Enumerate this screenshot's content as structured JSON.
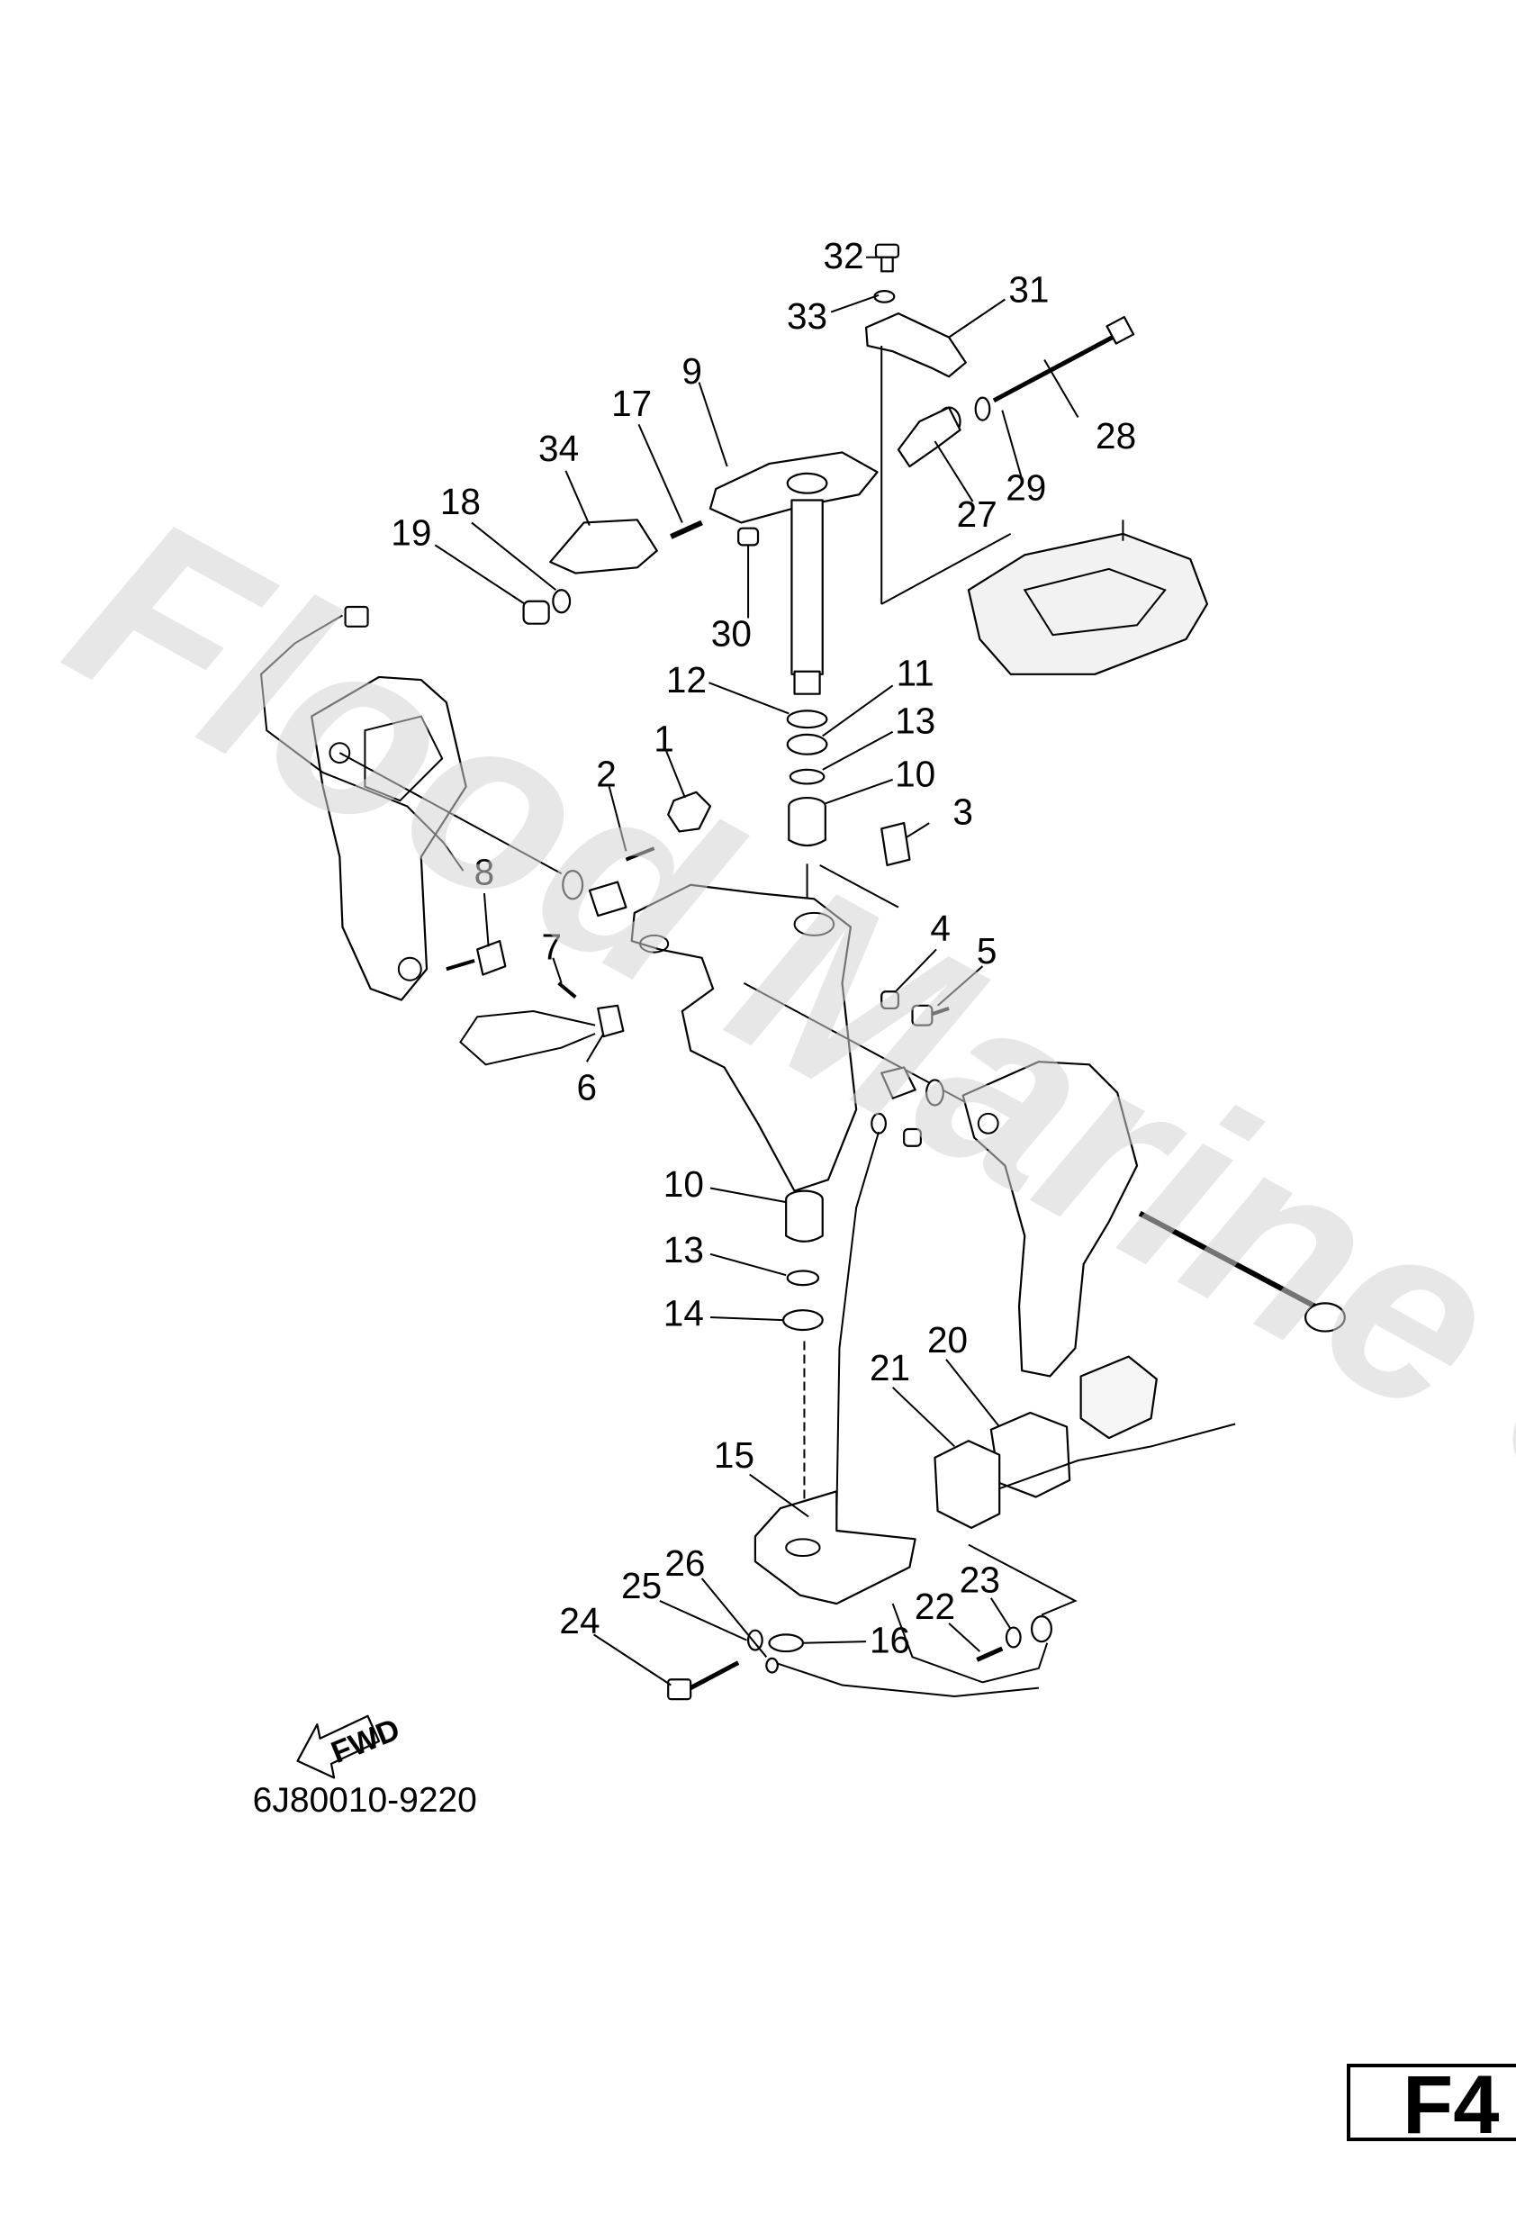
{
  "watermark": "Flood Marine Services",
  "drawing_code": "6J80010-9220",
  "fwd_label": "FWD",
  "page_tag": "F4",
  "callouts": [
    {
      "id": "c1",
      "label": "1"
    },
    {
      "id": "c2",
      "label": "2"
    },
    {
      "id": "c3",
      "label": "3"
    },
    {
      "id": "c4",
      "label": "4"
    },
    {
      "id": "c5",
      "label": "5"
    },
    {
      "id": "c6",
      "label": "6"
    },
    {
      "id": "c7",
      "label": "7"
    },
    {
      "id": "c8",
      "label": "8"
    },
    {
      "id": "c9",
      "label": "9"
    },
    {
      "id": "c10a",
      "label": "10"
    },
    {
      "id": "c10b",
      "label": "10"
    },
    {
      "id": "c11",
      "label": "11"
    },
    {
      "id": "c12",
      "label": "12"
    },
    {
      "id": "c13a",
      "label": "13"
    },
    {
      "id": "c13b",
      "label": "13"
    },
    {
      "id": "c14",
      "label": "14"
    },
    {
      "id": "c15",
      "label": "15"
    },
    {
      "id": "c16",
      "label": "16"
    },
    {
      "id": "c17",
      "label": "17"
    },
    {
      "id": "c18",
      "label": "18"
    },
    {
      "id": "c19",
      "label": "19"
    },
    {
      "id": "c20",
      "label": "20"
    },
    {
      "id": "c21",
      "label": "21"
    },
    {
      "id": "c22",
      "label": "22"
    },
    {
      "id": "c23",
      "label": "23"
    },
    {
      "id": "c24",
      "label": "24"
    },
    {
      "id": "c25",
      "label": "25"
    },
    {
      "id": "c26",
      "label": "26"
    },
    {
      "id": "c27",
      "label": "27"
    },
    {
      "id": "c28",
      "label": "28"
    },
    {
      "id": "c29",
      "label": "29"
    },
    {
      "id": "c30",
      "label": "30"
    },
    {
      "id": "c31",
      "label": "31"
    },
    {
      "id": "c32",
      "label": "32"
    },
    {
      "id": "c33",
      "label": "33"
    },
    {
      "id": "c34",
      "label": "34"
    }
  ]
}
